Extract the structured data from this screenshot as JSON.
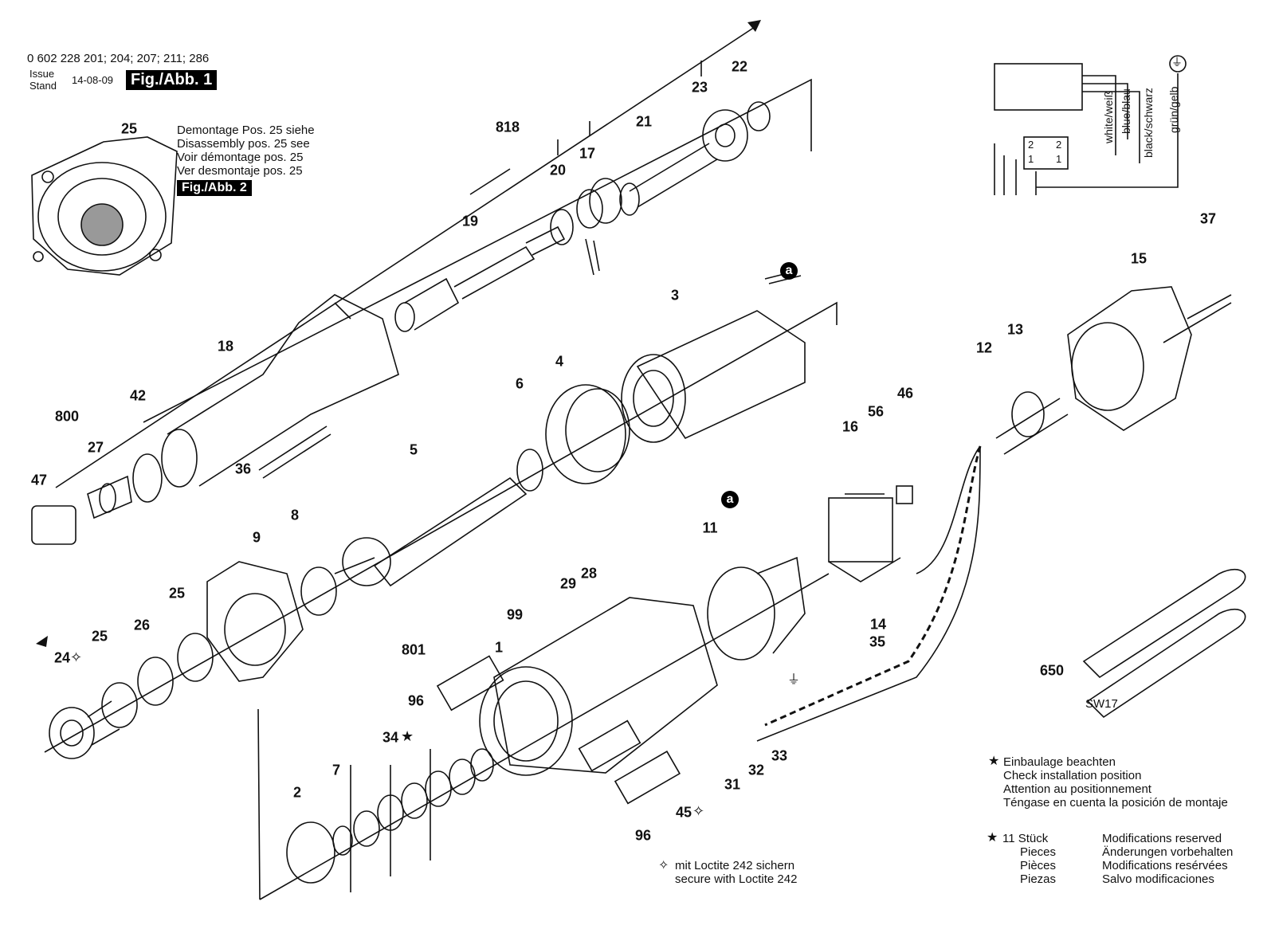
{
  "header": {
    "part_numbers": "0 602 228 201; 204; 207; 211; 286",
    "issue_label_1": "Issue",
    "issue_label_2": "Stand",
    "issue_date": "14-08-09",
    "fig1_label": "Fig./Abb. 1"
  },
  "disassembly_note": {
    "lines": [
      "Demontage Pos. 25 siehe",
      "Disassembly pos. 25 see",
      "Voir démontage pos. 25",
      "Ver desmontaje pos. 25"
    ],
    "fig2_label": "Fig./Abb. 2"
  },
  "wiring": {
    "wires": [
      "white/weiß",
      "blue/blau",
      "black/schwarz",
      "grün/gelb"
    ],
    "terminals": [
      "2",
      "2",
      "1",
      "1"
    ]
  },
  "part_labels": {
    "p25_detail": "25",
    "p818": "818",
    "p22": "22",
    "p23": "23",
    "p21": "21",
    "p17": "17",
    "p20": "20",
    "p19": "19",
    "p18": "18",
    "p42": "42",
    "p800": "800",
    "p27": "27",
    "p47": "47",
    "p36": "36",
    "p3": "3",
    "p4": "4",
    "p6": "6",
    "p5": "5",
    "p8": "8",
    "p9": "9",
    "p25a": "25",
    "p25b": "25",
    "p26": "26",
    "p24": "24",
    "p37": "37",
    "p15": "15",
    "p12": "12",
    "p13": "13",
    "p56": "56",
    "p46": "46",
    "p16": "16",
    "p11": "11",
    "p14": "14",
    "p35": "35",
    "p29": "29",
    "p28": "28",
    "p99": "99",
    "p801": "801",
    "p1": "1",
    "p96a": "96",
    "p34": "34",
    "p7": "7",
    "p2": "2",
    "p45": "45",
    "p96b": "96",
    "p31": "31",
    "p32": "32",
    "p33": "33",
    "p650": "650"
  },
  "markers": {
    "a1": "a",
    "a2": "a"
  },
  "wrench_label": "SW17",
  "notes": {
    "star_note": [
      "Einbaulage beachten",
      "Check installation position",
      "Attention au positionnement",
      "Téngase en cuenta la posición de montaje"
    ],
    "count_note": [
      "11 Stück",
      "Pieces",
      "Pièces",
      "Piezas"
    ],
    "modifications": [
      "Modifications reserved",
      "Änderungen vorbehalten",
      "Modifications resérvées",
      "Salvo modificaciones"
    ],
    "loctite": [
      "mit Loctite 242 sichern",
      "secure with Loctite 242"
    ]
  }
}
